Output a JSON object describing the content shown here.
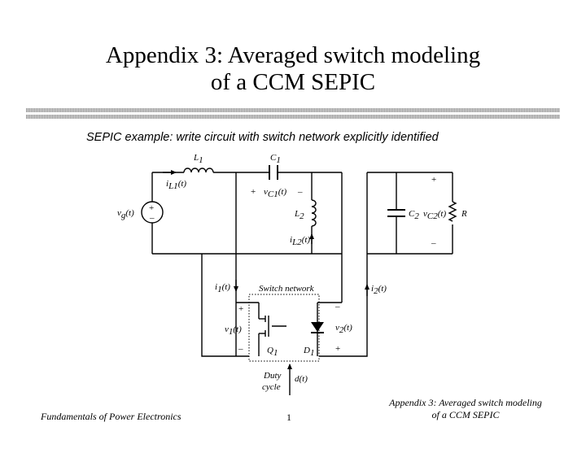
{
  "slide": {
    "title_line1": "Appendix 3:  Averaged switch modeling",
    "title_line2": "of a CCM SEPIC",
    "subtitle": "SEPIC example:  write circuit with switch network explicitly identified"
  },
  "circuit": {
    "L1": "L",
    "L1_sub": "1",
    "C1": "C",
    "C1_sub": "1",
    "iL1_i": "i",
    "iL1_sub": "L1",
    "iL1_t": "(t)",
    "vC1_plus": "+",
    "vC1_v": "v",
    "vC1_sub": "C1",
    "vC1_t": "(t)",
    "vC1_minus": "–",
    "vg_v": "v",
    "vg_sub": "g",
    "vg_t": "(t)",
    "src_plus": "+",
    "src_minus": "–",
    "L2": "L",
    "L2_sub": "2",
    "iL2_i": "i",
    "iL2_sub": "L2",
    "iL2_t": "(t)",
    "C2": "C",
    "C2_sub": "2",
    "vC2_v": "v",
    "vC2_sub": "C2",
    "vC2_t": "(t)",
    "R": "R",
    "out_plus": "+",
    "out_minus": "–",
    "i1_i": "i",
    "i1_sub": "1",
    "i1_t": "(t)",
    "i2_i": "i",
    "i2_sub": "2",
    "i2_t": "(t)",
    "switch_network": "Switch network",
    "v1_plus": "+",
    "v1_v": "v",
    "v1_sub": "1",
    "v1_t": "(t)",
    "v1_minus": "–",
    "v2_minus": "–",
    "v2_v": "v",
    "v2_sub": "2",
    "v2_t": "(t)",
    "v2_plus": "+",
    "Q1": "Q",
    "Q1_sub": "1",
    "D1": "D",
    "D1_sub": "1",
    "duty_line1": "Duty",
    "duty_line2": "cycle",
    "d_t": "d(t)"
  },
  "footer": {
    "left": "Fundamentals of Power Electronics",
    "page": "1",
    "right_line1": "Appendix 3: Averaged switch modeling",
    "right_line2": "of a CCM SEPIC"
  }
}
